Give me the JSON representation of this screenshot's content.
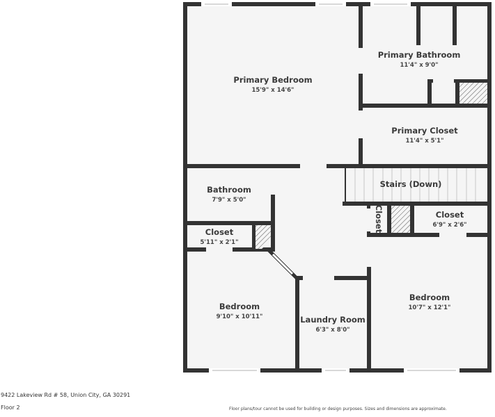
{
  "floor_plan": {
    "colors": {
      "wall": "#333333",
      "floor": "#f5f5f5",
      "window": "#ffffff",
      "text": "#3a3a3a"
    },
    "rooms": [
      {
        "name": "Primary Bedroom",
        "dimensions": "15'9\" x 14'6\""
      },
      {
        "name": "Primary Bathroom",
        "dimensions": "11'4\" x 9'0\""
      },
      {
        "name": "Primary Closet",
        "dimensions": "11'4\" x 5'1\""
      },
      {
        "name": "Bathroom",
        "dimensions": "7'9\" x 5'0\""
      },
      {
        "name": "Stairs (Down)",
        "dimensions": ""
      },
      {
        "name": "Closet",
        "dimensions": "5'11\" x 2'1\""
      },
      {
        "name": "Closet",
        "dimensions": ""
      },
      {
        "name": "Closet",
        "dimensions": "6'9\" x 2'6\""
      },
      {
        "name": "Bedroom",
        "dimensions": "9'10\" x 10'11\""
      },
      {
        "name": "Laundry Room",
        "dimensions": "6'3\" x 8'0\""
      },
      {
        "name": "Bedroom",
        "dimensions": "10'7\" x 12'1\""
      }
    ]
  },
  "footer": {
    "address": "9422 Lakeview Rd # 58, Union City, GA 30291",
    "floor": "Floor 2",
    "disclaimer": "Floor plans/tour cannot be used for building or design purposes. Sizes and dimensions are approximate."
  }
}
